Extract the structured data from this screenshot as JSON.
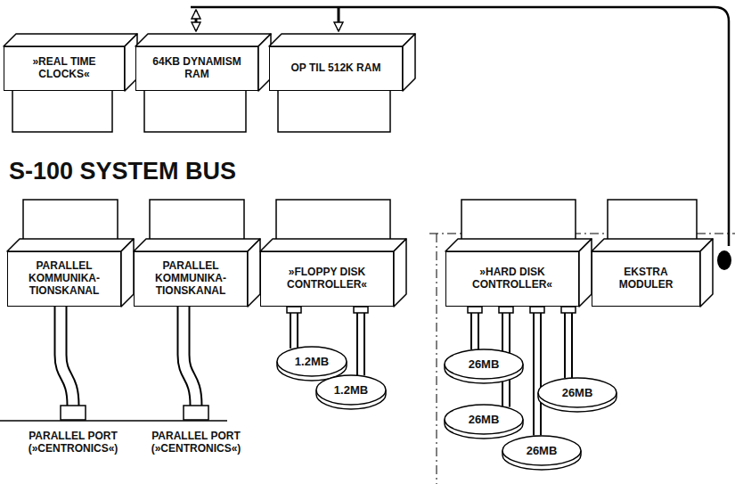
{
  "diagram": {
    "nodes": [
      {
        "text": [
          "»REAL TIME CLOCKS«"
        ]
      },
      {
        "text": [
          "64KB DYNAMISM RAM"
        ]
      },
      {
        "text": [
          "OP TIL 512K RAM"
        ]
      },
      {
        "text": [
          "PARALLEL KOMMUNIKA- TIONSKANAL"
        ]
      },
      {
        "text": [
          "PARALLEL KOMMUNIKA- TIONSKANAL"
        ]
      },
      {
        "text": [
          "»FLOPPY DISK CONTROLLER«"
        ]
      },
      {
        "text": [
          "»HARD DISK CONTROLLER«"
        ]
      },
      {
        "text": [
          "EKSTRA MODULER"
        ]
      },
      {
        "text": [
          "1.2MB"
        ]
      },
      {
        "text": [
          "1.2MB"
        ]
      },
      {
        "text": [
          "26MB"
        ]
      },
      {
        "text": [
          "26MB"
        ]
      },
      {
        "text": [
          "26MB"
        ]
      },
      {
        "text": [
          "26MB"
        ]
      }
    ],
    "edges": [
      {
        "from": 5,
        "to": 8,
        "arrow": "none"
      },
      {
        "from": 5,
        "to": 9,
        "arrow": "none"
      },
      {
        "from": 6,
        "to": 10,
        "arrow": "none"
      },
      {
        "from": 6,
        "to": 11,
        "arrow": "none"
      },
      {
        "from": 6,
        "to": 12,
        "arrow": "none"
      },
      {
        "from": 6,
        "to": 13,
        "arrow": "none"
      }
    ],
    "labels": [
      "S-100 SYSTEM BUS",
      "PARALLEL PORT (»CENTRONICS«)",
      "PARALLEL PORT (»CENTRONICS«)"
    ]
  }
}
